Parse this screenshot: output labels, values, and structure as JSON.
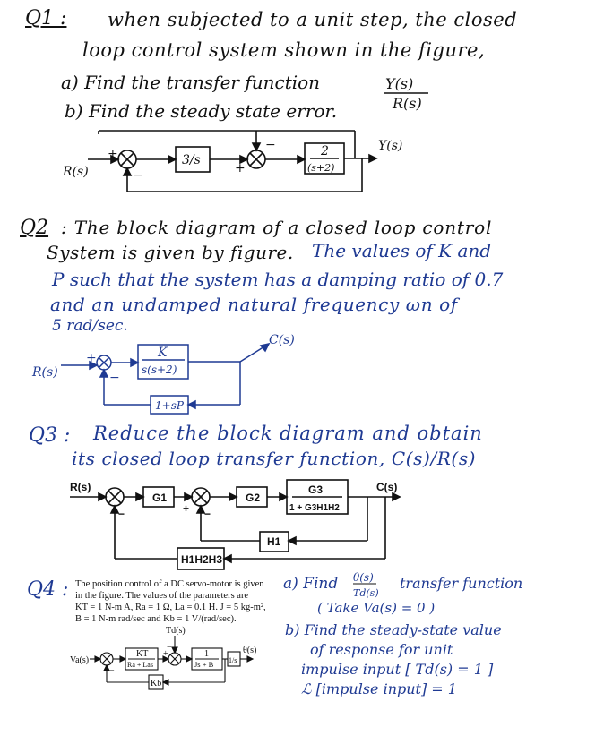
{
  "q1": {
    "label": "Q1 :",
    "line1": "when subjected to a unit step, the closed",
    "line2": "loop control system shown in the figure,",
    "part_a": "a) Find the transfer function",
    "frac_num": "Y(s)",
    "frac_den": "R(s)",
    "part_b": "b) Find the steady state error.",
    "diagram": {
      "input": "R(s)",
      "output": "Y(s)",
      "block1": "3/s",
      "block2_num": "2",
      "block2_den": "(s+2)",
      "sign_plus1": "+",
      "sign_minus1": "−",
      "sign_plus2": "+",
      "sign_minus2": "−"
    }
  },
  "q2": {
    "label": "Q2",
    "line1": ": The block diagram of a closed loop control",
    "line2a": "System is given by figure.",
    "line2b": "The values of K and",
    "line3": "P such that the system has a damping ratio of 0.7",
    "line4": "and an undamped natural frequency ωn of",
    "line5": "5 rad/sec.",
    "diagram": {
      "input": "R(s)",
      "output": "C(s)",
      "block_num": "K",
      "block_den": "s(s+2)",
      "feedback": "1+sP",
      "sign_plus": "+",
      "sign_minus": "−"
    }
  },
  "q3": {
    "label": "Q3 :",
    "line1": "Reduce the block diagram and obtain",
    "line2": "its closed loop transfer function, C(s)/R(s)",
    "diagram": {
      "input": "R(s)",
      "output": "C(s)",
      "g1": "G1",
      "g2": "G2",
      "g3_num": "G3",
      "g3_den": "1 + G3H1H2",
      "h1": "H1",
      "h123": "H1H2H3",
      "sign_minus1": "−",
      "sign_plus": "+",
      "sign_minus2": "−"
    }
  },
  "q4": {
    "label": "Q4 :",
    "printed_text": [
      "The position control of a DC servo-motor is given",
      "in the figure. The values of the parameters are",
      "KT = 1 N-m A, Ra = 1 Ω, La = 0.1 H. J = 5 kg-m²,",
      "B = 1 N-m rad/sec and Kb = 1 V/(rad/sec)."
    ],
    "part_a": "a) Find",
    "part_a_num": "θ(s)",
    "part_a_den": "Td(s)",
    "part_a_rest": "transfer function",
    "part_a_note": "( Take Va(s) = 0 )",
    "part_b1": "b) Find the steady-state value",
    "part_b2": "of response for unit",
    "part_b3": "impulse input [ Td(s) = 1 ]",
    "part_b4": "ℒ [impulse input] = 1",
    "diagram": {
      "input": "Va(s)",
      "disturbance": "Td(s)",
      "output": "θ(s)",
      "block1_num": "KT",
      "block1_den": "Ra + Las",
      "block2_num": "1",
      "block2_den": "Js + B",
      "block3": "1/s",
      "feedback": "Kb",
      "sign_minus_d": "−",
      "sign_plus": "+",
      "sign_minus_fb": "−"
    }
  }
}
